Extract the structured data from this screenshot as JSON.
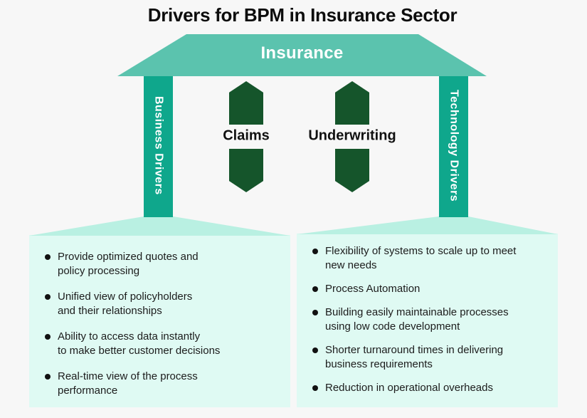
{
  "title": "Drivers for BPM in Insurance Sector",
  "roof": {
    "label": "Insurance"
  },
  "pillars": {
    "left": {
      "label": "Business Drivers"
    },
    "right": {
      "label": "Technology Drivers"
    }
  },
  "arrows": {
    "claims": {
      "label": "Claims"
    },
    "underwriting": {
      "label": "Underwriting"
    }
  },
  "business_drivers_panel": {
    "items": [
      {
        "text": "Provide optimized quotes and\npolicy processing"
      },
      {
        "text": "Unified view of policyholders\nand their relationships"
      },
      {
        "text": "Ability to access data instantly\nto make better customer decisions"
      },
      {
        "text": "Real-time view of the process\nperformance"
      }
    ]
  },
  "technology_drivers_panel": {
    "items": [
      {
        "text": "Flexibility of systems to scale up to meet\nnew needs"
      },
      {
        "text": "Process Automation"
      },
      {
        "text": "Building easily maintainable processes\nusing low code development"
      },
      {
        "text": "Shorter turnaround times in delivering\nbusiness requirements"
      },
      {
        "text": "Reduction in operational overheads"
      }
    ]
  },
  "colors": {
    "background": "#f7f7f7",
    "roof_teal": "#5bc3ae",
    "pillar_teal": "#0fa78c",
    "arrow_dark_green": "#15552b",
    "connector_light_teal": "#b9f0e2",
    "panel_mint": "#dffaf3",
    "title_text": "#0d0d0d"
  }
}
